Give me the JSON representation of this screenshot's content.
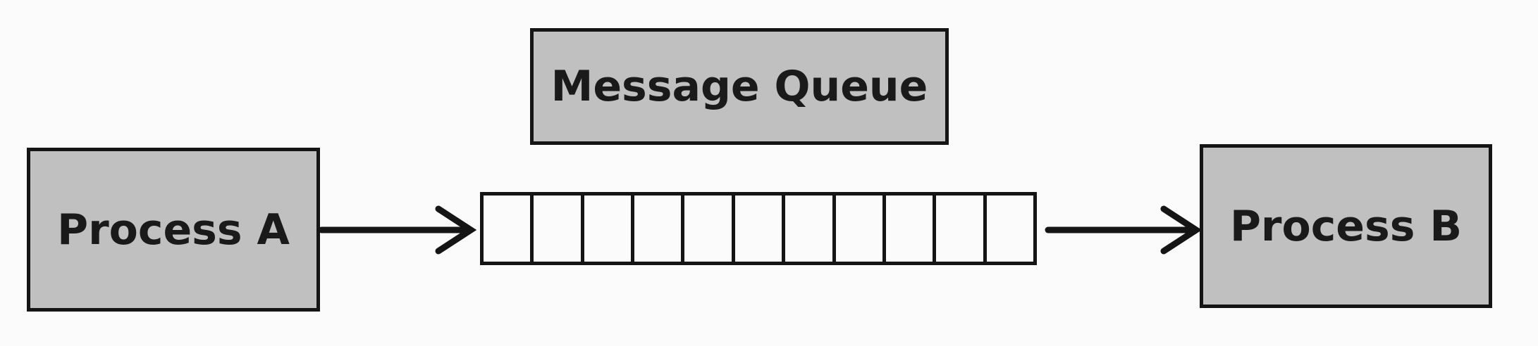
{
  "colors": {
    "box_fill": "#c0c0c0",
    "stroke": "#151515",
    "background": "#fbfbfb",
    "text": "#1a1a1a"
  },
  "diagram": {
    "producer": {
      "label": "Process A"
    },
    "queue_title": {
      "label": "Message Queue"
    },
    "consumer": {
      "label": "Process B"
    },
    "queue": {
      "slot_count": 11
    }
  }
}
